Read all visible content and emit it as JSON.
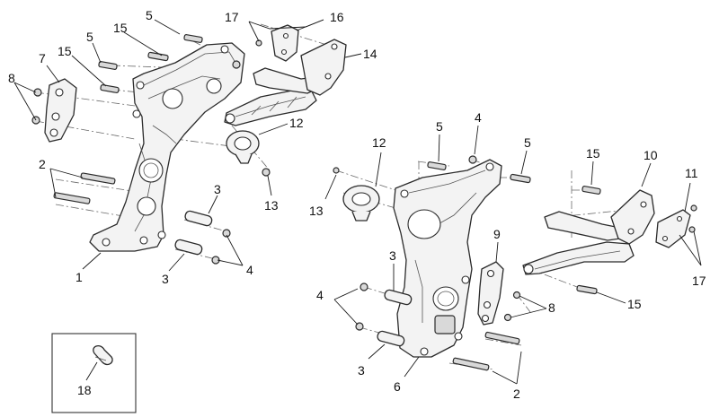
{
  "callouts": {
    "c5a": "5",
    "c15a": "15",
    "c17a": "17",
    "c16": "16",
    "c14": "14",
    "c5b": "5",
    "c15b": "15",
    "c7": "7",
    "c8a": "8",
    "c12a": "12",
    "c2a": "2",
    "c13a": "13",
    "c3a": "3",
    "c3b": "3",
    "c4a": "4",
    "c1": "1",
    "c5c": "5",
    "c4b": "4",
    "c5d": "5",
    "c12b": "12",
    "c15c": "15",
    "c10": "10",
    "c11": "11",
    "c13b": "13",
    "c9": "9",
    "c3c": "3",
    "c4c": "4",
    "c8b": "8",
    "c15d": "15",
    "c17b": "17",
    "c3d": "3",
    "c6": "6",
    "c2b": "2",
    "c18": "18"
  }
}
